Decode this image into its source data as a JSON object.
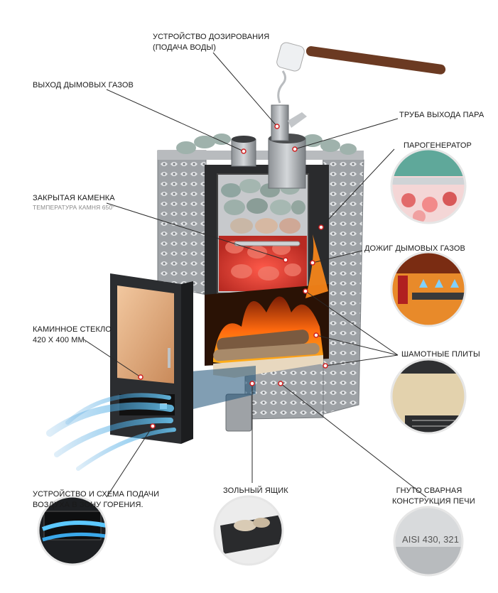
{
  "labels": {
    "dosing_line1": "УСТРОЙСТВО ДОЗИРОВАНИЯ",
    "dosing_line2": "(ПОДАЧА ВОДЫ)",
    "smoke_outlet": "ВЫХОД ДЫМОВЫХ ГАЗОВ",
    "steam_pipe": "ТРУБА ВЫХОДА ПАРА",
    "steam_generator": "ПАРОГЕНЕРАТОР",
    "closed_stones_line1": "ЗАКРЫТАЯ КАМЕНКА",
    "closed_stones_sub": "ТЕМПЕРАТУРА КАМНЯ 650°",
    "afterburning": "ДОЖИГ ДЫМОВЫХ ГАЗОВ",
    "glass_line1": "КАМИННОЕ СТЕКЛО",
    "glass_line2": "420 Х 400 ММ.",
    "fireclay": "ШАМОТНЫЕ ПЛИТЫ",
    "air_line1": "УСТРОЙСТВО И СХЕМА ПОДАЧИ",
    "air_line2": "ВОЗДУХА В ЗОНУ ГОРЕНИЯ.",
    "ash_box": "ЗОЛЬНЫЙ ЯЩИК",
    "bent_line1": "ГНУТО СВАРНАЯ",
    "bent_line2": "КОНСТРУКЦИЯ ПЕЧИ",
    "steel_grade": "AISI 430, 321"
  },
  "colors": {
    "fire": "#ff7a12",
    "hot_stone": "#e8453c",
    "steel": "#a8acb0",
    "door": "#2b2d30",
    "air": "#4ab3e8"
  }
}
